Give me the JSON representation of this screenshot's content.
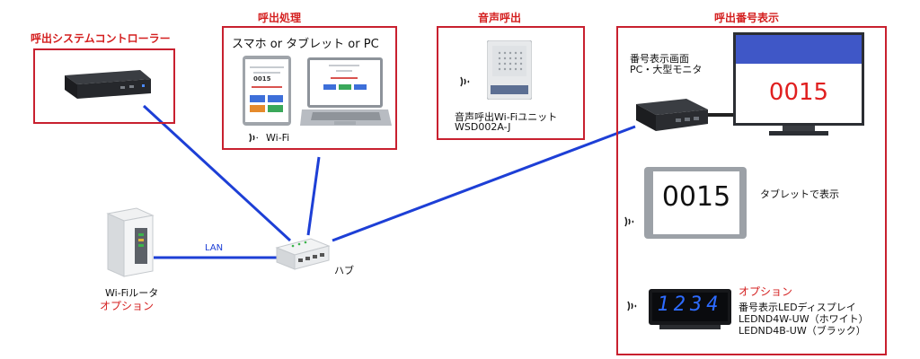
{
  "controller": {
    "title": "呼出システムコントローラー"
  },
  "call_processing": {
    "title": "呼出処理",
    "devices_label": "スマホ or タブレット or PC",
    "wifi_label": "Wi-Fi",
    "phone_screen_number": "0015"
  },
  "voice_call": {
    "title": "音声呼出",
    "unit_label_line1": "音声呼出Wi-Fiユニット",
    "unit_label_line2": "WSD002A-J"
  },
  "number_display": {
    "title": "呼出番号表示",
    "monitor_label_line1": "番号表示画面",
    "monitor_label_line2": "PC・大型モニタ",
    "monitor_number": "0015",
    "tablet_number": "0015",
    "tablet_label": "タブレットで表示",
    "option_label": "オプション",
    "led_number": "1234",
    "led_label_line1": "番号表示LEDディスプレイ",
    "led_label_line2": "LEDND4W-UW（ホワイト）",
    "led_label_line3": "LEDND4B-UW（ブラック）"
  },
  "network": {
    "lan_label": "LAN",
    "hub_label": "ハブ",
    "router_label": "Wi-Fiルータ",
    "router_option_label": "オプション"
  },
  "colors": {
    "frame": "#c8202f",
    "title": "#d41f1f",
    "cable": "#1d3fd6",
    "led": "#2d6bff"
  }
}
